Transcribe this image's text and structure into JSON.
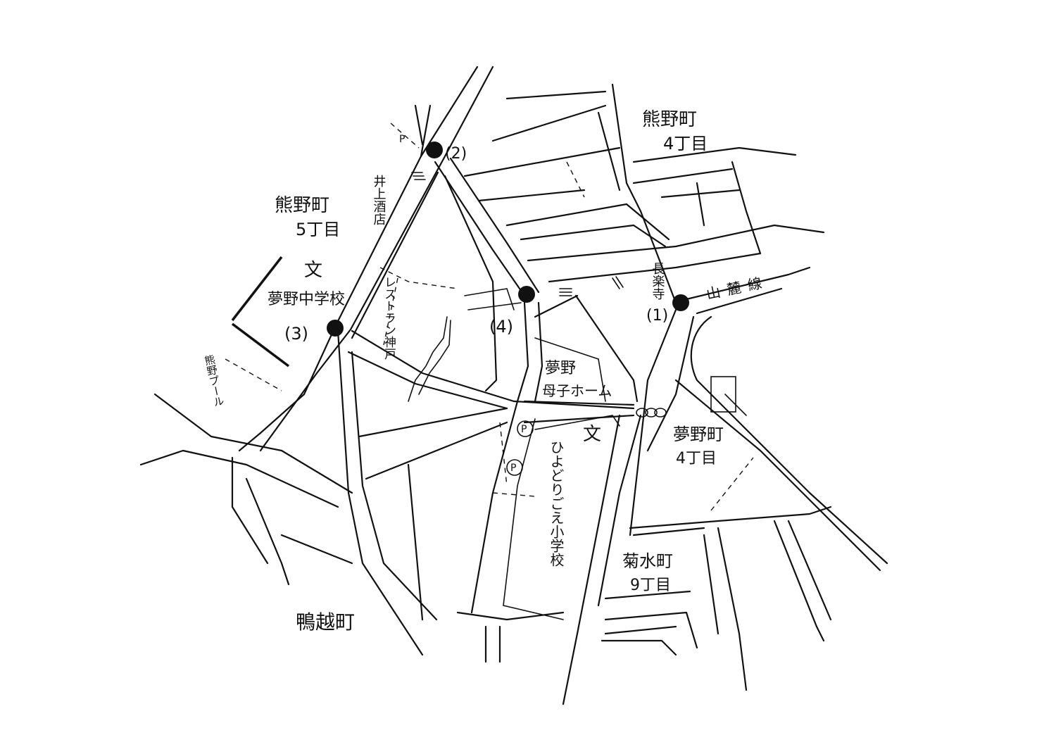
{
  "areas": {
    "kumano_4": [
      "熊野町",
      "4丁目"
    ],
    "kumano_5": [
      "熊野町",
      "5丁目"
    ],
    "yumeno_4": [
      "夢野町",
      "4丁目"
    ],
    "kikusui_9": [
      "菊水町",
      "9丁目"
    ],
    "kamogoe": "鴨越町"
  },
  "places": {
    "inoue_sake": "井上酒店",
    "restaurant": "レストラン神戸",
    "school_symbol_1": "文",
    "yumeno_jhs": "夢野中学校",
    "school_symbol_2": "文",
    "hiyodorigoe_es": "ひよどりごえ小学校",
    "mother_child_home": [
      "夢野",
      "母子ホーム"
    ],
    "chosho_ji": "長楽寺",
    "sanroku_line": "山麓線",
    "kumano_park": "熊野プール"
  },
  "markers": [
    {
      "label": "(1)"
    },
    {
      "label": "(2)"
    },
    {
      "label": "(3)"
    },
    {
      "label": "(4)"
    }
  ],
  "parking": [
    "P",
    "P",
    "P"
  ]
}
